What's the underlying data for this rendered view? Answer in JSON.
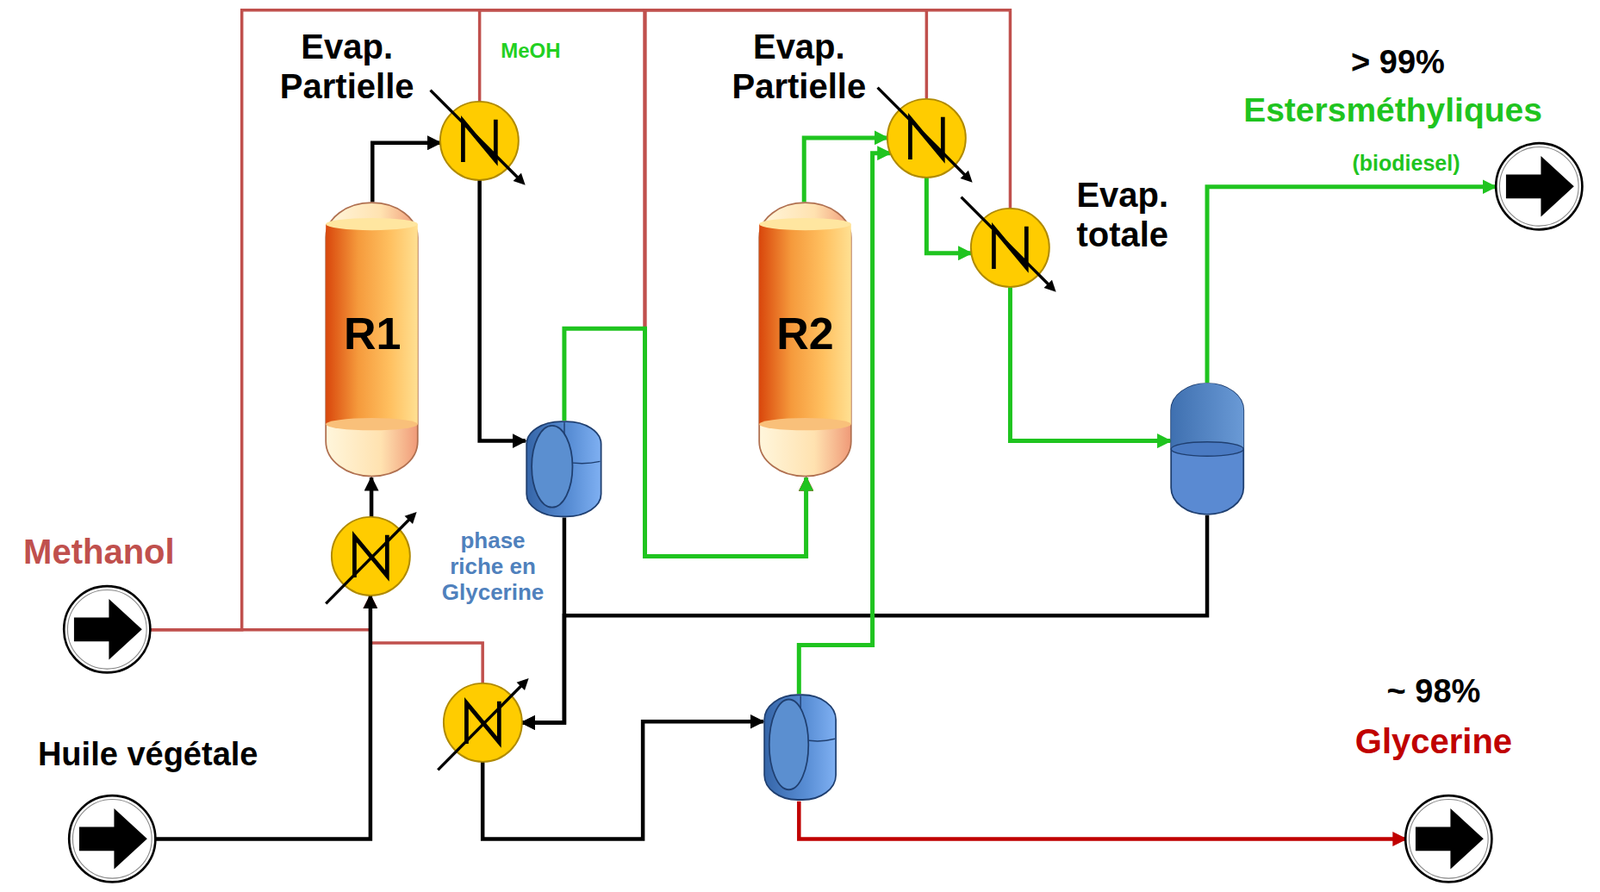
{
  "diagram": {
    "nodes": [
      {
        "text": [
          "Methanol"
        ]
      },
      {
        "text": [
          "Huile végétale"
        ]
      },
      {
        "text": []
      },
      {
        "text": [
          "R1"
        ]
      },
      {
        "text": [
          "Evap. Partielle"
        ]
      },
      {
        "text": [
          "phase riche en Glycerine"
        ]
      },
      {
        "text": [
          "R2"
        ]
      },
      {
        "text": [
          "Evap. Partielle"
        ]
      },
      {
        "text": [
          "Evap. totale"
        ]
      },
      {
        "text": []
      },
      {
        "text": []
      },
      {
        "text": []
      },
      {
        "text": [
          "> 99%",
          "Estersméthyliques",
          "(biodiesel)"
        ]
      },
      {
        "text": [
          "~ 98%",
          "Glycerine"
        ]
      }
    ],
    "edges": [
      {
        "from": 0,
        "to": 2,
        "arrow": "to"
      },
      {
        "from": 0,
        "to": 6,
        "arrow": "to"
      },
      {
        "from": 4,
        "to": 6,
        "label": "MeOH",
        "arrow": "to"
      },
      {
        "from": 7,
        "to": 6,
        "arrow": "to"
      },
      {
        "from": 8,
        "to": 6,
        "arrow": "to"
      },
      {
        "from": 10,
        "to": 2,
        "arrow": "to"
      },
      {
        "from": 1,
        "to": 2,
        "arrow": "to"
      },
      {
        "from": 2,
        "to": 3,
        "arrow": "to"
      },
      {
        "from": 3,
        "to": 4,
        "arrow": "to"
      },
      {
        "from": 4,
        "to": 5,
        "arrow": "to"
      },
      {
        "from": 5,
        "to": 10,
        "arrow": "to"
      },
      {
        "from": 9,
        "to": 10,
        "arrow": "to"
      },
      {
        "from": 10,
        "to": 11,
        "arrow": "to"
      },
      {
        "from": 5,
        "to": 6,
        "arrow": "to"
      },
      {
        "from": 6,
        "to": 7,
        "arrow": "to"
      },
      {
        "from": 11,
        "to": 7,
        "arrow": "to"
      },
      {
        "from": 7,
        "to": 8,
        "arrow": "to"
      },
      {
        "from": 8,
        "to": 9,
        "arrow": "to"
      },
      {
        "from": 9,
        "to": 12,
        "arrow": "to"
      },
      {
        "from": 11,
        "to": 13,
        "arrow": "to"
      }
    ]
  }
}
